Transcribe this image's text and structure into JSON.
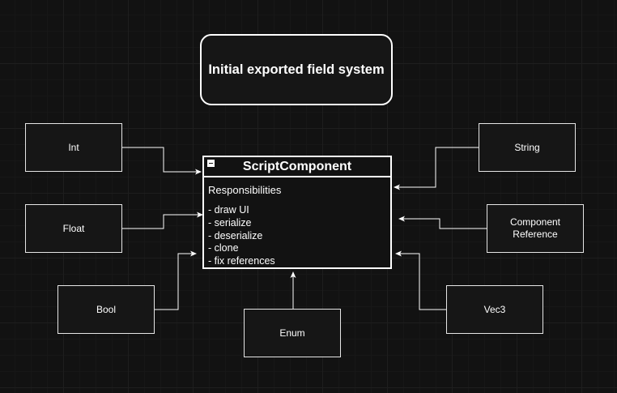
{
  "title": "Initial exported field system",
  "class": {
    "name": "ScriptComponent",
    "section_label": "Responsibilities",
    "responsibilities": [
      "- draw UI",
      "- serialize",
      "- deserialize",
      "- clone",
      "- fix references"
    ]
  },
  "nodes": {
    "int": "Int",
    "float": "Float",
    "bool": "Bool",
    "enum": "Enum",
    "string": "String",
    "component_reference": "Component\nReference",
    "vec3": "Vec3"
  },
  "colors": {
    "background": "#121212",
    "stroke": "#ffffff"
  }
}
